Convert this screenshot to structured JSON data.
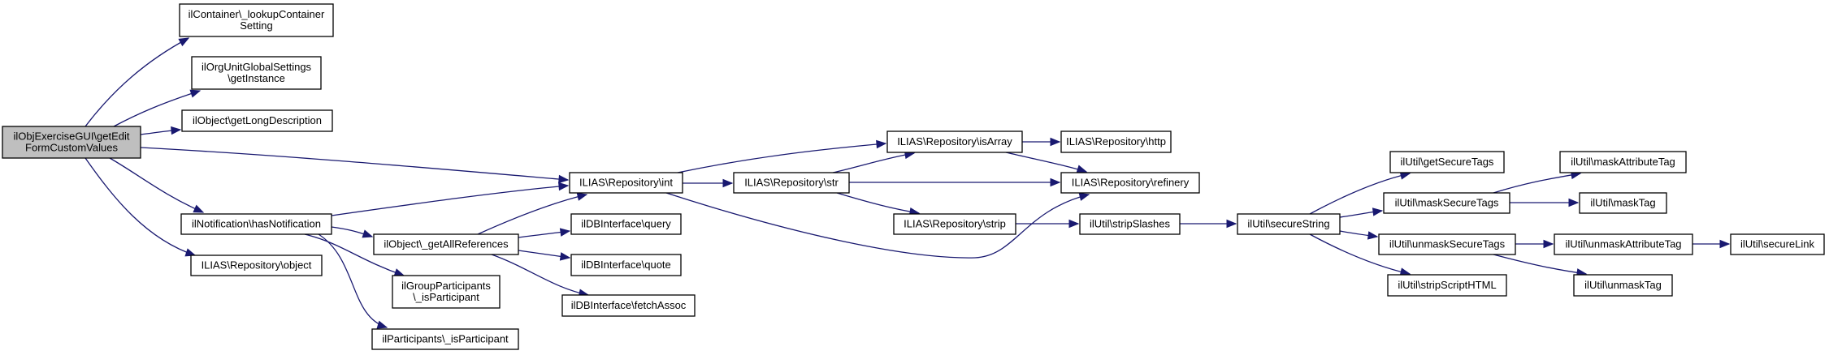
{
  "diagram": {
    "type": "call-graph",
    "colors": {
      "edge": "#191970",
      "root_fill": "#bfbfbf",
      "node_fill": "#ffffff",
      "node_border": "#000000"
    },
    "nodes": [
      {
        "id": "root",
        "lines": [
          "ilObjExerciseGUI\\getEdit",
          "FormCustomValues"
        ],
        "root": true
      },
      {
        "id": "lookupContainer",
        "lines": [
          "ilContainer\\_lookupContainer",
          "Setting"
        ]
      },
      {
        "id": "orgUnit",
        "lines": [
          "ilOrgUnitGlobalSettings",
          "\\getInstance"
        ]
      },
      {
        "id": "longDesc",
        "lines": [
          "ilObject\\getLongDescription"
        ]
      },
      {
        "id": "hasNotification",
        "lines": [
          "ilNotification\\hasNotification"
        ]
      },
      {
        "id": "repoObject",
        "lines": [
          "ILIAS\\Repository\\object"
        ]
      },
      {
        "id": "getAllRefs",
        "lines": [
          "ilObject\\_getAllReferences"
        ]
      },
      {
        "id": "groupPart",
        "lines": [
          "ilGroupParticipants",
          "\\_isParticipant"
        ]
      },
      {
        "id": "partIsPart",
        "lines": [
          "ilParticipants\\_isParticipant"
        ]
      },
      {
        "id": "repoInt",
        "lines": [
          "ILIAS\\Repository\\int"
        ]
      },
      {
        "id": "dbQuery",
        "lines": [
          "ilDBInterface\\query"
        ]
      },
      {
        "id": "dbQuote",
        "lines": [
          "ilDBInterface\\quote"
        ]
      },
      {
        "id": "dbFetch",
        "lines": [
          "ilDBInterface\\fetchAssoc"
        ]
      },
      {
        "id": "repoStr",
        "lines": [
          "ILIAS\\Repository\\str"
        ]
      },
      {
        "id": "repoIsArray",
        "lines": [
          "ILIAS\\Repository\\isArray"
        ]
      },
      {
        "id": "repoStrip",
        "lines": [
          "ILIAS\\Repository\\strip"
        ]
      },
      {
        "id": "repoHttp",
        "lines": [
          "ILIAS\\Repository\\http"
        ]
      },
      {
        "id": "repoRefinery",
        "lines": [
          "ILIAS\\Repository\\refinery"
        ]
      },
      {
        "id": "stripSlashes",
        "lines": [
          "ilUtil\\stripSlashes"
        ]
      },
      {
        "id": "secureString",
        "lines": [
          "ilUtil\\secureString"
        ]
      },
      {
        "id": "getSecureTags",
        "lines": [
          "ilUtil\\getSecureTags"
        ]
      },
      {
        "id": "maskSecureTags",
        "lines": [
          "ilUtil\\maskSecureTags"
        ]
      },
      {
        "id": "unmaskSecureTags",
        "lines": [
          "ilUtil\\unmaskSecureTags"
        ]
      },
      {
        "id": "stripScriptHTML",
        "lines": [
          "ilUtil\\stripScriptHTML"
        ]
      },
      {
        "id": "maskAttributeTag",
        "lines": [
          "ilUtil\\maskAttributeTag"
        ]
      },
      {
        "id": "maskTag",
        "lines": [
          "ilUtil\\maskTag"
        ]
      },
      {
        "id": "unmaskAttributeTag",
        "lines": [
          "ilUtil\\unmaskAttributeTag"
        ]
      },
      {
        "id": "secureLink",
        "lines": [
          "ilUtil\\secureLink"
        ]
      },
      {
        "id": "unmaskTag",
        "lines": [
          "ilUtil\\unmaskTag"
        ]
      }
    ],
    "edges": [
      [
        "root",
        "lookupContainer"
      ],
      [
        "root",
        "orgUnit"
      ],
      [
        "root",
        "longDesc"
      ],
      [
        "root",
        "repoInt"
      ],
      [
        "root",
        "hasNotification"
      ],
      [
        "root",
        "repoObject"
      ],
      [
        "hasNotification",
        "repoInt"
      ],
      [
        "hasNotification",
        "getAllRefs"
      ],
      [
        "hasNotification",
        "groupPart"
      ],
      [
        "hasNotification",
        "partIsPart"
      ],
      [
        "getAllRefs",
        "repoInt"
      ],
      [
        "getAllRefs",
        "dbQuery"
      ],
      [
        "getAllRefs",
        "dbQuote"
      ],
      [
        "getAllRefs",
        "dbFetch"
      ],
      [
        "repoInt",
        "repoIsArray"
      ],
      [
        "repoInt",
        "repoStr"
      ],
      [
        "repoInt",
        "repoRefinery"
      ],
      [
        "repoStr",
        "repoIsArray"
      ],
      [
        "repoStr",
        "repoRefinery"
      ],
      [
        "repoStr",
        "repoStrip"
      ],
      [
        "repoIsArray",
        "repoHttp"
      ],
      [
        "repoIsArray",
        "repoRefinery"
      ],
      [
        "repoStrip",
        "stripSlashes"
      ],
      [
        "stripSlashes",
        "secureString"
      ],
      [
        "secureString",
        "getSecureTags"
      ],
      [
        "secureString",
        "maskSecureTags"
      ],
      [
        "secureString",
        "unmaskSecureTags"
      ],
      [
        "secureString",
        "stripScriptHTML"
      ],
      [
        "maskSecureTags",
        "maskAttributeTag"
      ],
      [
        "maskSecureTags",
        "maskTag"
      ],
      [
        "unmaskSecureTags",
        "unmaskAttributeTag"
      ],
      [
        "unmaskSecureTags",
        "unmaskTag"
      ],
      [
        "unmaskAttributeTag",
        "secureLink"
      ]
    ]
  }
}
